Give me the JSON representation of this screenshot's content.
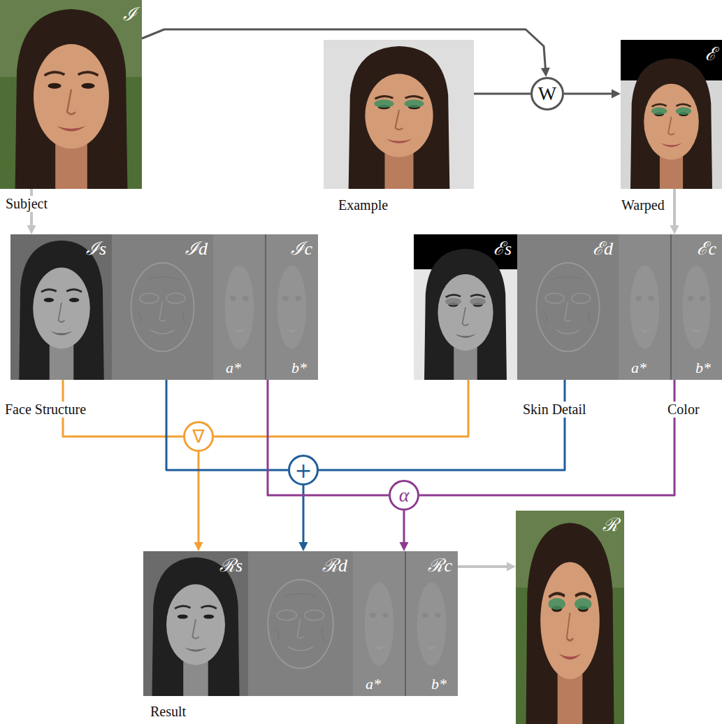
{
  "diagram": {
    "nodes": [
      {
        "text": [
          "ℐ",
          "Subject"
        ]
      },
      {
        "text": [
          "Example"
        ]
      },
      {
        "text": [
          "W"
        ]
      },
      {
        "text": [
          "ℰ",
          "Warped"
        ]
      },
      {
        "text": [
          "ℐs",
          "Face Structure"
        ]
      },
      {
        "text": [
          "ℐd"
        ]
      },
      {
        "text": [
          "ℐc",
          "a*",
          "b*"
        ]
      },
      {
        "text": [
          "ℰs"
        ]
      },
      {
        "text": [
          "ℰd",
          "Skin Detail"
        ]
      },
      {
        "text": [
          "ℰc",
          "a*",
          "b*",
          "Color"
        ]
      },
      {
        "text": [
          "∇"
        ]
      },
      {
        "text": [
          "+"
        ]
      },
      {
        "text": [
          "α"
        ]
      },
      {
        "text": [
          "ℛs",
          "Result"
        ]
      },
      {
        "text": [
          "ℛd"
        ]
      },
      {
        "text": [
          "ℛc",
          "a*",
          "b*"
        ]
      },
      {
        "text": [
          "ℛ"
        ]
      }
    ],
    "edges": [
      {
        "from": 0,
        "to": 2,
        "arrow": "to"
      },
      {
        "from": 1,
        "to": 2,
        "arrow": "none"
      },
      {
        "from": 2,
        "to": 3,
        "arrow": "to"
      },
      {
        "from": 0,
        "to": 4,
        "arrow": "to"
      },
      {
        "from": 3,
        "to": 9,
        "arrow": "to"
      },
      {
        "from": 4,
        "to": 10,
        "arrow": "none"
      },
      {
        "from": 7,
        "to": 10,
        "arrow": "none"
      },
      {
        "from": 10,
        "to": 13,
        "arrow": "to"
      },
      {
        "from": 5,
        "to": 11,
        "arrow": "none"
      },
      {
        "from": 8,
        "to": 11,
        "arrow": "none"
      },
      {
        "from": 11,
        "to": 14,
        "arrow": "to"
      },
      {
        "from": 6,
        "to": 12,
        "arrow": "none"
      },
      {
        "from": 9,
        "to": 12,
        "arrow": "none"
      },
      {
        "from": 12,
        "to": 15,
        "arrow": "to"
      },
      {
        "from": 15,
        "to": 16,
        "arrow": "to"
      }
    ]
  }
}
